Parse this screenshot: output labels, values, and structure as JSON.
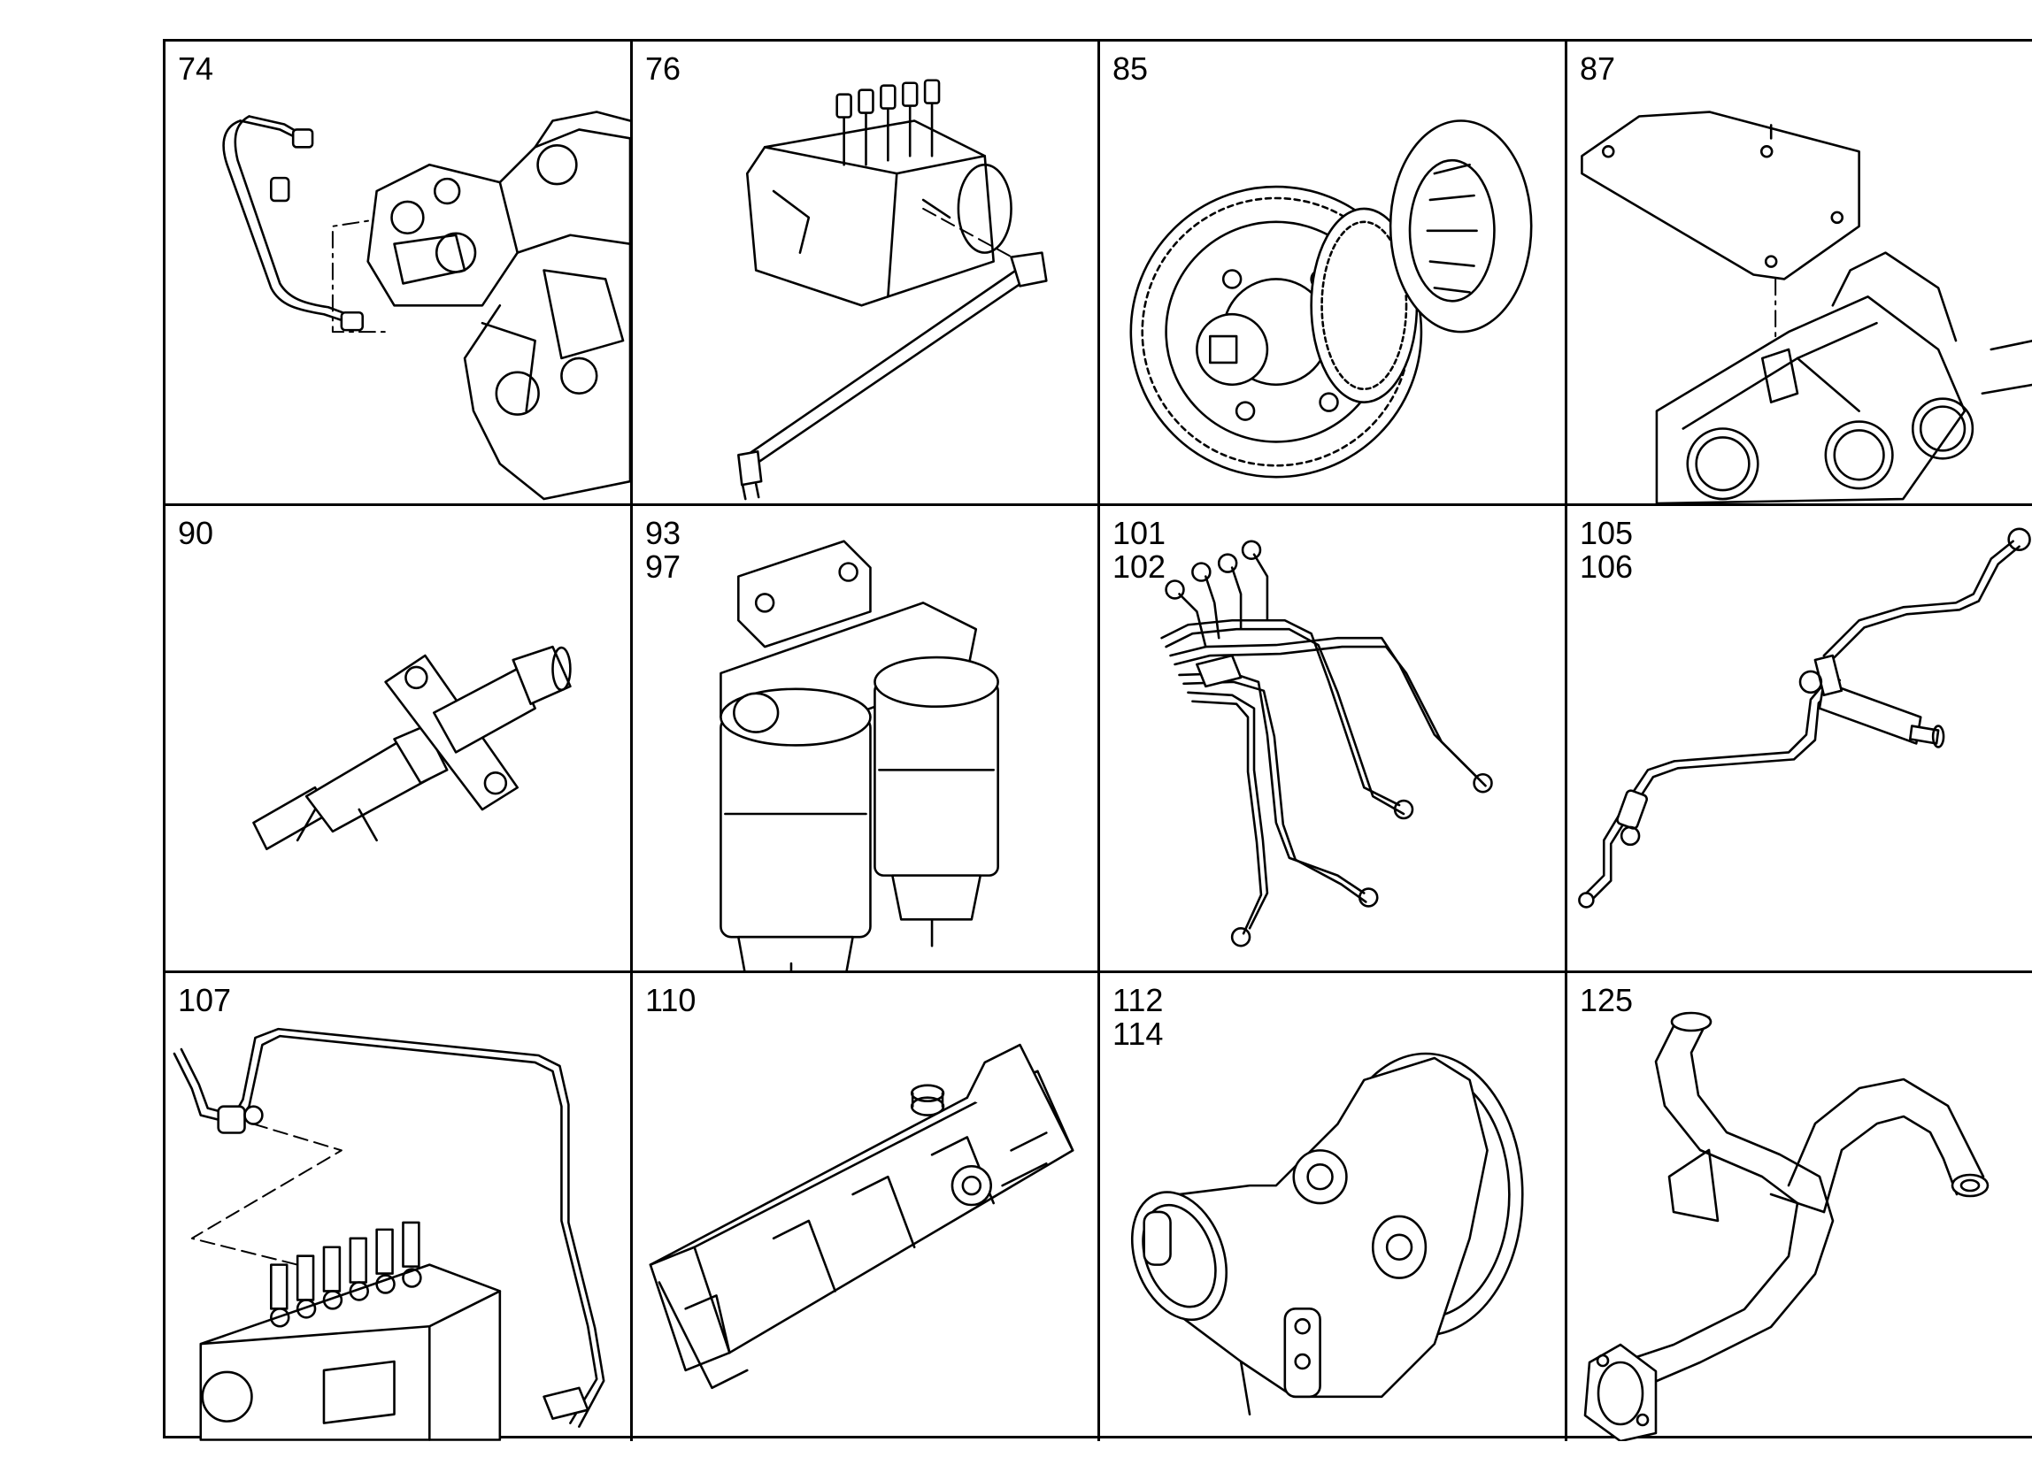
{
  "cells": [
    {
      "labels": [
        "74"
      ]
    },
    {
      "labels": [
        "76"
      ]
    },
    {
      "labels": [
        "85"
      ]
    },
    {
      "labels": [
        "87"
      ]
    },
    {
      "labels": [
        "90"
      ]
    },
    {
      "labels": [
        "93",
        "97"
      ]
    },
    {
      "labels": [
        "101",
        "102"
      ]
    },
    {
      "labels": [
        "105",
        "106"
      ]
    },
    {
      "labels": [
        "107"
      ]
    },
    {
      "labels": [
        "110"
      ]
    },
    {
      "labels": [
        "112",
        "114"
      ]
    },
    {
      "labels": [
        "125"
      ]
    }
  ]
}
